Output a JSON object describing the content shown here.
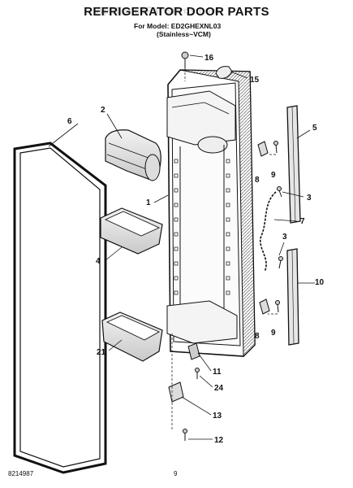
{
  "header": {
    "title": "REFRIGERATOR DOOR PARTS",
    "model_line": "For Model: ED2GHEXNL03",
    "variant_line": "(Stainless~VCM)",
    "watermark": "AppliancePartsPros.com"
  },
  "footer": {
    "doc_number": "8214987",
    "page": "9"
  },
  "callouts": {
    "c1": "1",
    "c2": "2",
    "c3a": "3",
    "c3b": "3",
    "c4": "4",
    "c5": "5",
    "c6": "6",
    "c7": "7",
    "c8a": "8",
    "c8b": "8",
    "c9a": "9",
    "c9b": "9",
    "c10": "10",
    "c11": "11",
    "c12": "12",
    "c13": "13",
    "c15": "15",
    "c16": "16",
    "c21": "21",
    "c24": "24"
  }
}
